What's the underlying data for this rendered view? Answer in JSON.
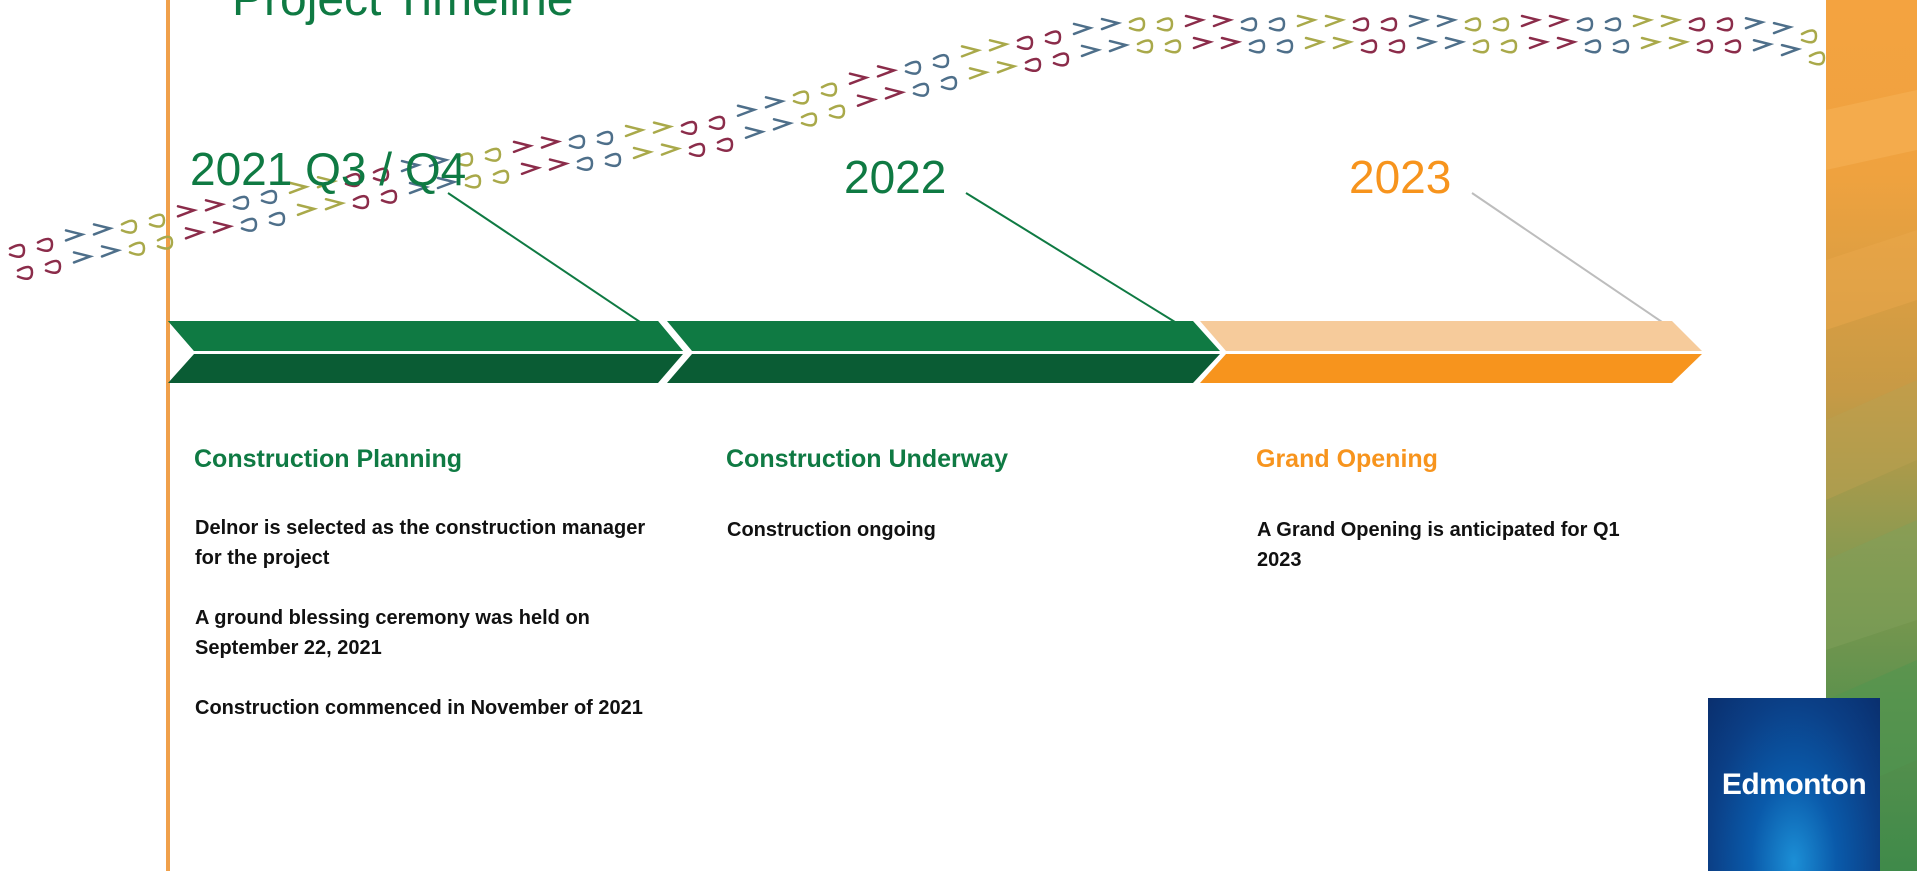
{
  "page": {
    "title": "Project Timeline",
    "logo_text": "Edmonton"
  },
  "colors": {
    "green": "#0F7A43",
    "dark_green": "#0A5C34",
    "orange": "#F7941D",
    "light_orange": "#F6CB9B",
    "accent_line": "#F0A04B",
    "deco_maroon": "#8B2C4A",
    "deco_slate": "#4E6F8A",
    "deco_olive": "#A9A94A"
  },
  "phases": [
    {
      "year": "2021 Q3 / Q4",
      "heading": "Construction Planning",
      "items": [
        "Delnor is selected as the construction manager for the project",
        "A ground blessing ceremony was  held on September 22, 2021",
        "Construction commenced in November of 2021"
      ]
    },
    {
      "year": "2022",
      "heading": "Construction Underway",
      "items": [
        "Construction ongoing"
      ]
    },
    {
      "year": "2023",
      "heading": "Grand Opening",
      "items": [
        "A Grand Opening is anticipated for Q1 2023"
      ]
    }
  ]
}
